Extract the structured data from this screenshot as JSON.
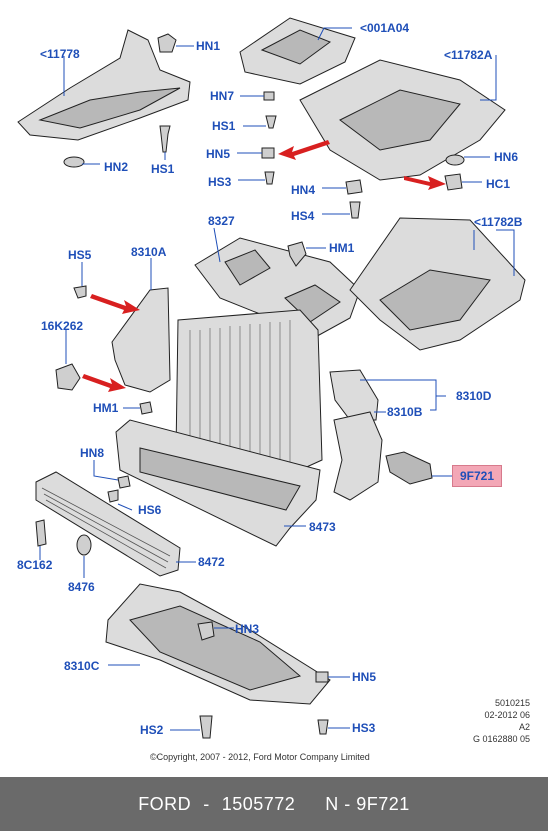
{
  "labels": {
    "p11778": "<11778",
    "hn1": "HN1",
    "p001a04": "<001A04",
    "p11782a": "<11782A",
    "hn2": "HN2",
    "hs1_top": "HS1",
    "hn7": "HN7",
    "hs1_mid": "HS1",
    "hn5_top": "HN5",
    "hs3_top": "HS3",
    "hn4": "HN4",
    "hs4": "HS4",
    "hn6": "HN6",
    "hc1": "HC1",
    "p8327": "8327",
    "hm1_top": "HM1",
    "p11782b": "<11782B",
    "hs5": "HS5",
    "p8310a": "8310A",
    "p16k262": "16K262",
    "hm1_mid": "HM1",
    "p8310d": "8310D",
    "p8310b": "8310B",
    "hn8": "HN8",
    "p9f721": "9F721",
    "hs6": "HS6",
    "p8473": "8473",
    "p8c162": "8C162",
    "p8476": "8476",
    "p8472": "8472",
    "hn3_top": "HN3",
    "p8310c": "8310C",
    "hn5_bot": "HN5",
    "hs2": "HS2",
    "hs3_bot": "HS3"
  },
  "meta": {
    "line1": "5010215",
    "line2": "02-2012 06",
    "line3": "A2",
    "line4": "G 0162880 05"
  },
  "copyright": "©Copyright, 2007 - 2012, Ford Motor Company Limited",
  "footer": {
    "brand": "FORD",
    "sep": "-",
    "number": "1505772",
    "code": "N - 9F721"
  },
  "colors": {
    "label": "#1f4fb8",
    "highlight": "#f3a7b6",
    "arrow": "#d82020",
    "footer_bg": "#6a6a6a"
  }
}
